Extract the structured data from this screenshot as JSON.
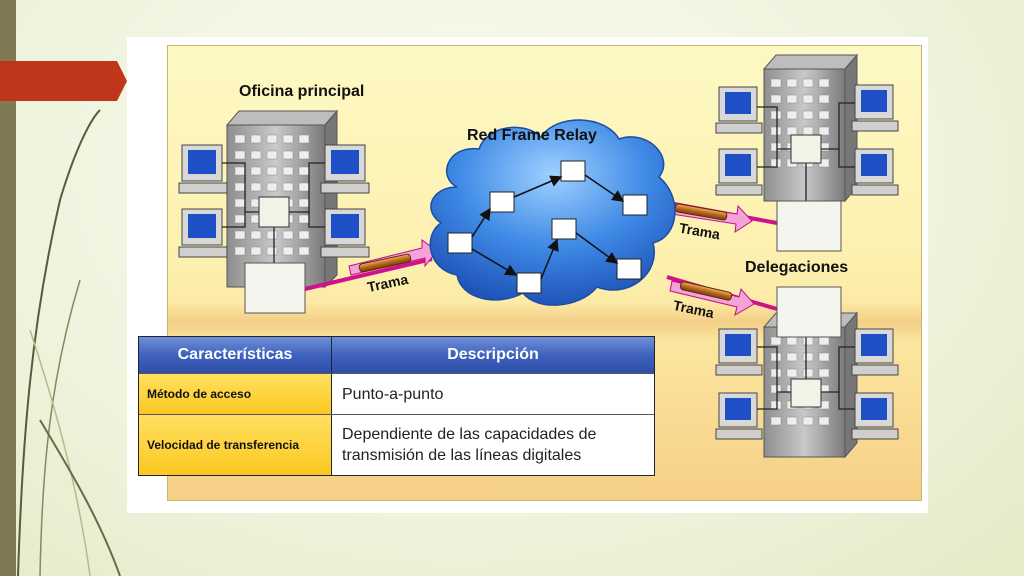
{
  "diagram": {
    "label_main_office": "Oficina principal",
    "label_network": "Red Frame Relay",
    "label_branches": "Delegaciones",
    "label_frame": "Trama",
    "colors": {
      "link": "#d0108c",
      "cloud": "#2f78d8",
      "table_header": "#3f62bf",
      "table_key": "#fcc820",
      "accent_tab": "#c0361a"
    }
  },
  "table": {
    "headers": [
      "Características",
      "Descripción"
    ],
    "rows": [
      {
        "key": "Método de acceso",
        "value": "Punto-a-punto"
      },
      {
        "key": "Velocidad de transferencia",
        "value": "Dependiente de las capacidades de transmisión de las líneas digitales"
      }
    ]
  }
}
